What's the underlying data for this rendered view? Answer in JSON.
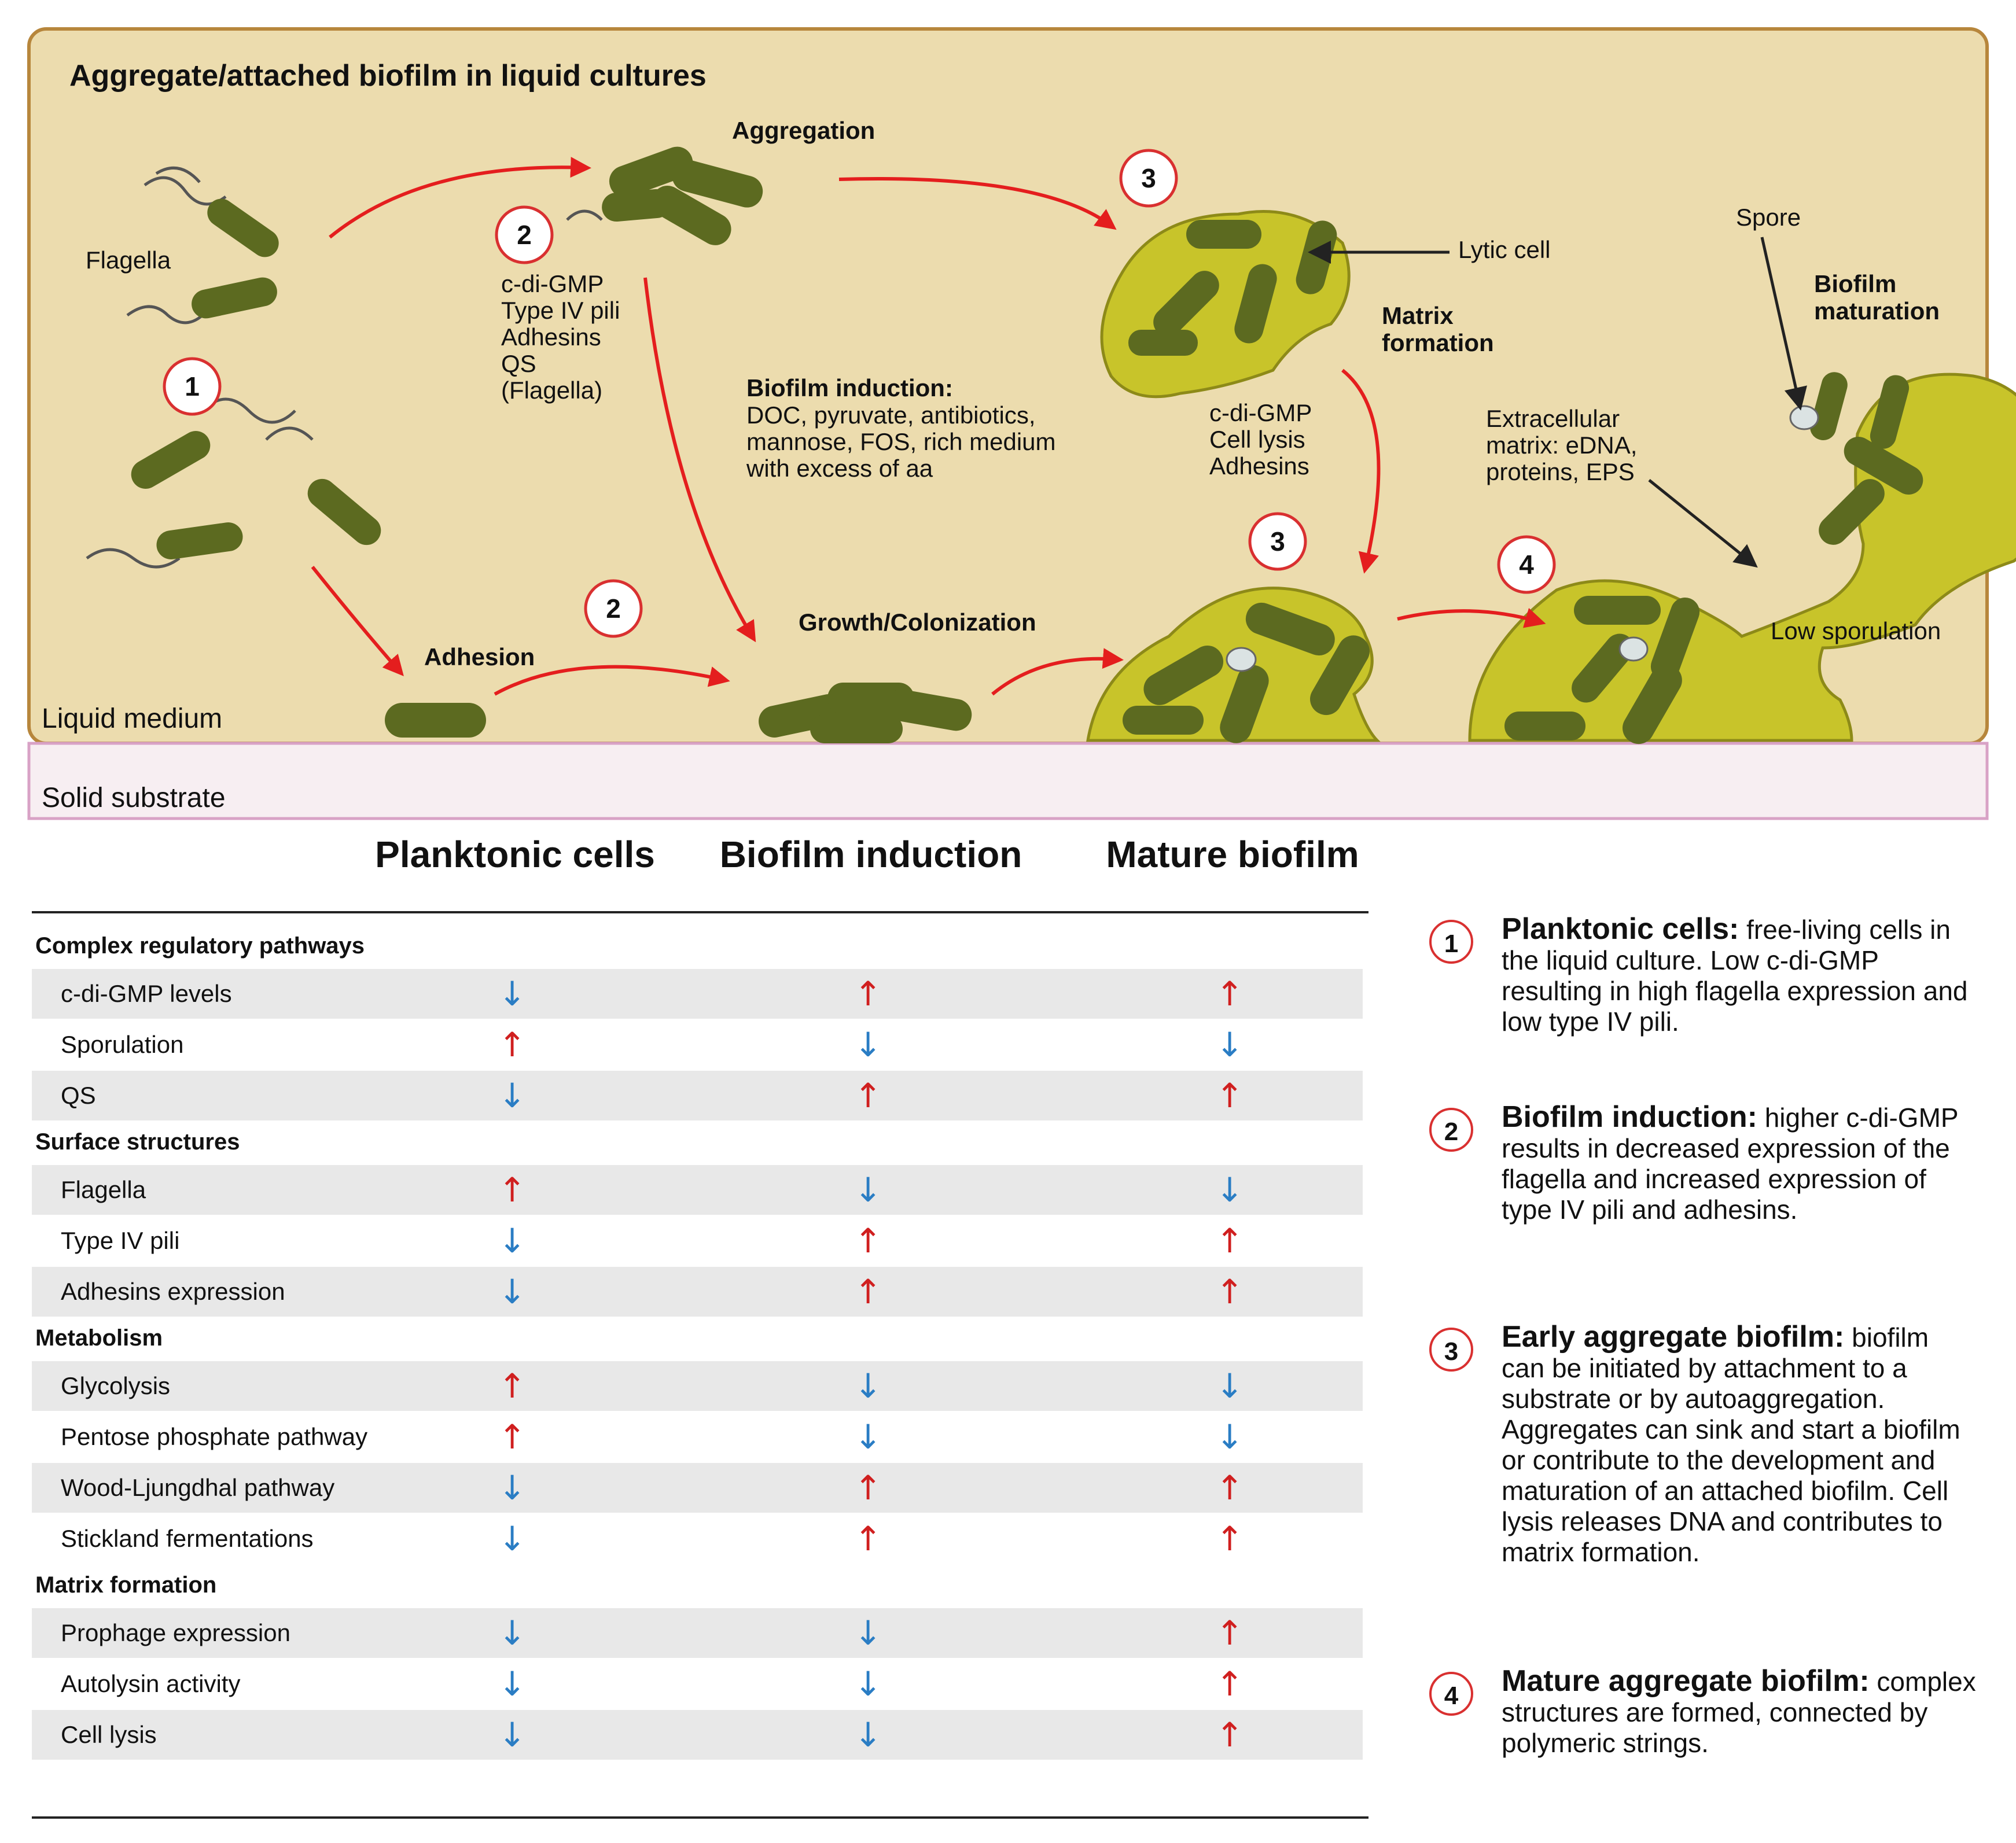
{
  "diagram": {
    "title": "Aggregate/attached biofilm in liquid cultures",
    "liquid_medium": "Liquid medium",
    "solid_substrate": "Solid substrate",
    "flagella": "Flagella",
    "aggregation": "Aggregation",
    "adhesion": "Adhesion",
    "growth": "Growth/Colonization",
    "lytic_cell": "Lytic cell",
    "matrix_formation": [
      "Matrix",
      "formation"
    ],
    "spore": "Spore",
    "biofilm_maturation": [
      "Biofilm",
      "maturation"
    ],
    "low_sporulation": "Low sporulation",
    "factors_2": [
      "c-di-GMP",
      "Type IV pili",
      "Adhesins",
      "QS",
      "(Flagella)"
    ],
    "induction_title": "Biofilm induction:",
    "induction_lines": [
      "DOC, pyruvate, antibiotics,",
      "mannose, FOS, rich medium",
      "with excess of aa"
    ],
    "factors_3": [
      "c-di-GMP",
      "Cell lysis",
      "Adhesins"
    ],
    "extracellular": [
      "Extracellular",
      "matrix: eDNA,",
      "proteins, EPS"
    ],
    "numbers": [
      "1",
      "2",
      "2",
      "3",
      "3",
      "4"
    ]
  },
  "table": {
    "columns": [
      "Planktonic cells",
      "Biofilm induction",
      "Mature biofilm"
    ],
    "sections": [
      {
        "title": "Complex regulatory pathways",
        "rows": [
          {
            "label": "c-di-GMP levels",
            "values": [
              "↓",
              "↑",
              "↑"
            ]
          },
          {
            "label": "Sporulation",
            "values": [
              "↑",
              "↓",
              "↓"
            ]
          },
          {
            "label": "QS",
            "values": [
              "↓",
              "↑",
              "↑"
            ]
          }
        ]
      },
      {
        "title": "Surface structures",
        "rows": [
          {
            "label": "Flagella",
            "values": [
              "↑",
              "↓",
              "↓"
            ]
          },
          {
            "label": "Type IV pili",
            "values": [
              "↓",
              "↑",
              "↑"
            ]
          },
          {
            "label": "Adhesins expression",
            "values": [
              "↓",
              "↑",
              "↑"
            ]
          }
        ]
      },
      {
        "title": "Metabolism",
        "rows": [
          {
            "label": "Glycolysis",
            "values": [
              "↑",
              "↓",
              "↓"
            ]
          },
          {
            "label": "Pentose phosphate pathway",
            "values": [
              "↑",
              "↓",
              "↓"
            ]
          },
          {
            "label": "Wood-Ljungdhal pathway",
            "values": [
              "↓",
              "↑",
              "↑"
            ]
          },
          {
            "label": "Stickland fermentations",
            "values": [
              "↓",
              "↑",
              "↑"
            ]
          }
        ]
      },
      {
        "title": "Matrix formation",
        "rows": [
          {
            "label": "Prophage expression",
            "values": [
              "↓",
              "↓",
              "↑"
            ]
          },
          {
            "label": "Autolysin activity",
            "values": [
              "↓",
              "↓",
              "↑"
            ]
          },
          {
            "label": "Cell lysis",
            "values": [
              "↓",
              "↓",
              "↑"
            ]
          }
        ]
      }
    ]
  },
  "legend": [
    {
      "num": "1",
      "head": "Planktonic cells:",
      "text": "free-living cells in the liquid culture. Low c-di-GMP resulting in high flagella expression and low type IV pili."
    },
    {
      "num": "2",
      "head": "Biofilm induction:",
      "text": "higher c-di-GMP results in decreased expression of the flagella and increased expression of type IV pili and adhesins."
    },
    {
      "num": "3",
      "head": "Early aggregate biofilm:",
      "text": "biofilm can be initiated by attachment to a substrate or by autoaggregation. Aggregates can sink and start a biofilm or contribute to the development and maturation of an attached biofilm. Cell lysis releases DNA and contributes to matrix formation."
    },
    {
      "num": "4",
      "head": "Mature aggregate biofilm:",
      "text": "complex structures are formed, connected by polymeric strings."
    }
  ],
  "colors": {
    "medium_bg": "#ecdcae",
    "panel_border": "#b7863c",
    "substrate_bg": "#f7eef2",
    "substrate_border": "#d8a2c6",
    "bacterium": "#5c6a20",
    "matrix": "#c8c42a",
    "arrow_red": "#e41e1e",
    "up_arrow": "#d01f1f",
    "down_arrow": "#2a7dc4"
  }
}
